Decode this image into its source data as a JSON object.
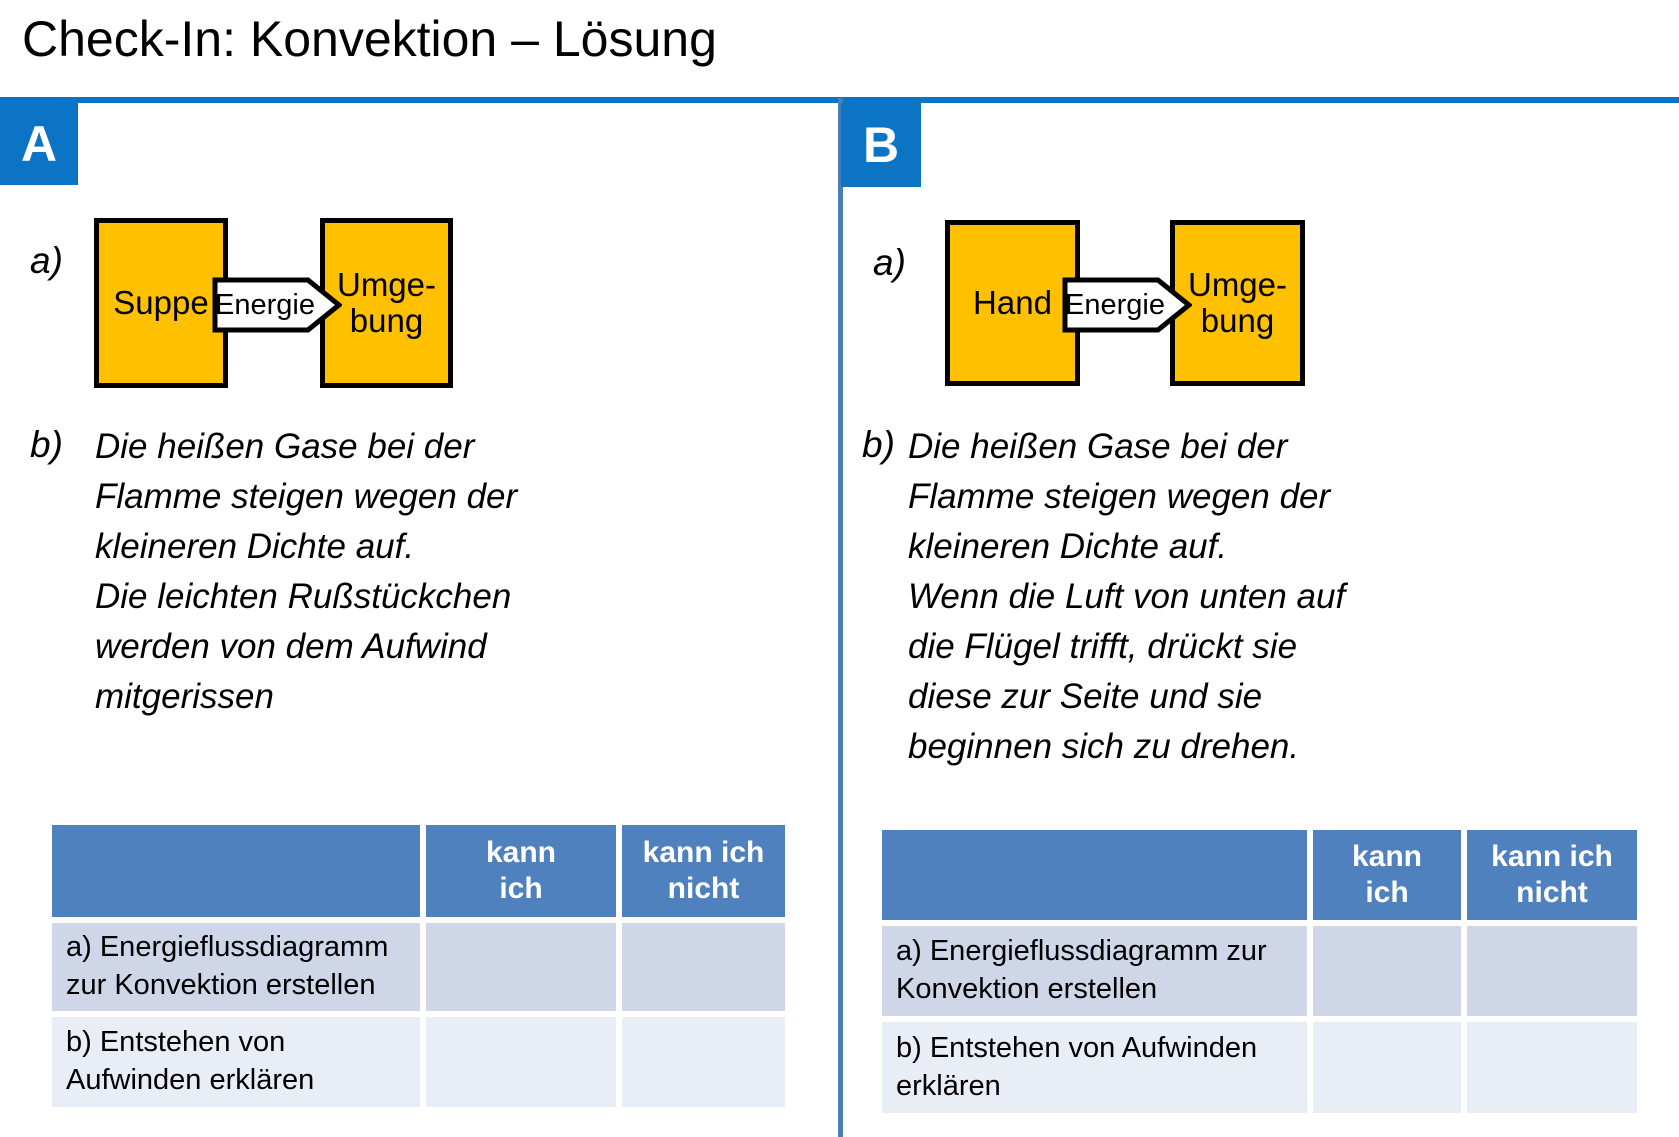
{
  "title": "Check-In: Konvektion – Lösung",
  "colors": {
    "accent_blue": "#0b74c5",
    "divider_blue": "#4a7ebb",
    "table_header_blue": "#4e81bd",
    "row_odd": "#ced6e8",
    "row_even": "#e9edf5",
    "box_orange": "#ffc000",
    "arrow_fill": "#ffffff",
    "text_black": "#000000"
  },
  "panels": [
    {
      "label": "A",
      "item_a_label": "a)",
      "diagram": {
        "source_label": "Suppe",
        "arrow_label": "Energie",
        "target_label": "Umge-\nbung"
      },
      "item_b_label": "b)",
      "item_b_text": "Die heißen Gase bei der\nFlamme steigen wegen der\nkleineren Dichte auf.\nDie leichten Rußstückchen\nwerden von dem Aufwind\nmitgerissen",
      "table": {
        "headers": [
          "",
          "kann\nich",
          "kann ich\nnicht"
        ],
        "rows": [
          {
            "label": "a) Energieflussdiagramm zur Konvektion erstellen",
            "kann_ich": "",
            "kann_ich_nicht": ""
          },
          {
            "label": "b) Entstehen von Aufwinden erklären",
            "kann_ich": "",
            "kann_ich_nicht": ""
          }
        ]
      }
    },
    {
      "label": "B",
      "item_a_label": "a)",
      "diagram": {
        "source_label": "Hand",
        "arrow_label": "Energie",
        "target_label": "Umge-\nbung"
      },
      "item_b_label": "b)",
      "item_b_text": "Die heißen Gase bei der\nFlamme steigen wegen der\nkleineren Dichte auf.\nWenn die Luft von unten auf\ndie Flügel trifft, drückt sie\ndiese zur Seite und sie\nbeginnen sich zu drehen.",
      "table": {
        "headers": [
          "",
          "kann\nich",
          "kann ich\nnicht"
        ],
        "rows": [
          {
            "label": "a) Energieflussdiagramm zur Konvektion erstellen",
            "kann_ich": "",
            "kann_ich_nicht": ""
          },
          {
            "label": "b) Entstehen von Aufwinden erklären",
            "kann_ich": "",
            "kann_ich_nicht": ""
          }
        ]
      }
    }
  ]
}
